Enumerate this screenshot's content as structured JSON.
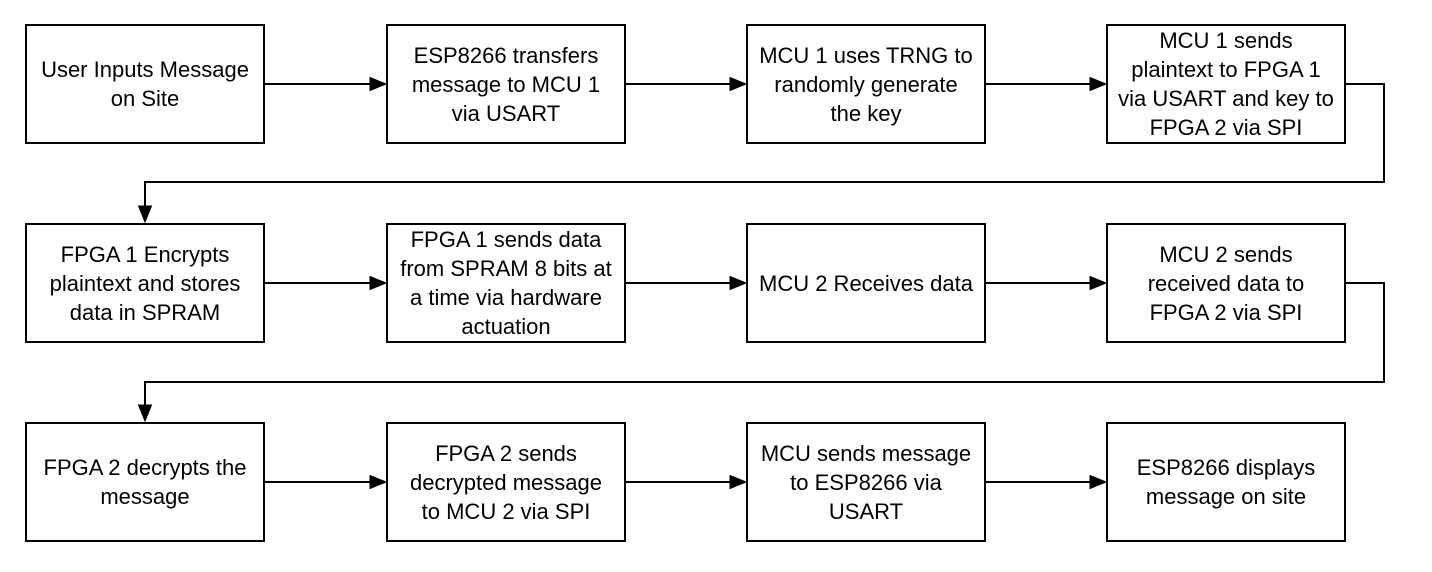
{
  "diagram": {
    "type": "flowchart",
    "background_color": "#ffffff",
    "stroke_color": "#000000",
    "text_color": "#000000",
    "boxes": [
      {
        "id": "step-1",
        "row": 1,
        "col": 1,
        "label": "User Inputs Message\non Site"
      },
      {
        "id": "step-2",
        "row": 1,
        "col": 2,
        "label": "ESP8266 transfers\nmessage to MCU 1\nvia USART"
      },
      {
        "id": "step-3",
        "row": 1,
        "col": 3,
        "label": "MCU 1 uses TRNG to\nrandomly generate\nthe key"
      },
      {
        "id": "step-4",
        "row": 1,
        "col": 4,
        "label": "MCU 1 sends\nplaintext to FPGA 1\nvia USART and key to\nFPGA 2 via SPI"
      },
      {
        "id": "step-5",
        "row": 2,
        "col": 1,
        "label": "FPGA 1 Encrypts\nplaintext and stores\ndata in SPRAM"
      },
      {
        "id": "step-6",
        "row": 2,
        "col": 2,
        "label": "FPGA 1 sends data\nfrom SPRAM 8 bits at\na time via hardware\nactuation"
      },
      {
        "id": "step-7",
        "row": 2,
        "col": 3,
        "label": "MCU 2 Receives data"
      },
      {
        "id": "step-8",
        "row": 2,
        "col": 4,
        "label": "MCU 2 sends\nreceived data to\nFPGA 2 via SPI"
      },
      {
        "id": "step-9",
        "row": 3,
        "col": 1,
        "label": "FPGA 2 decrypts the\nmessage"
      },
      {
        "id": "step-10",
        "row": 3,
        "col": 2,
        "label": "FPGA 2 sends\ndecrypted message\nto MCU 2 via SPI"
      },
      {
        "id": "step-11",
        "row": 3,
        "col": 3,
        "label": "MCU sends message\nto ESP8266 via\nUSART"
      },
      {
        "id": "step-12",
        "row": 3,
        "col": 4,
        "label": "ESP8266 displays\nmessage on site"
      }
    ],
    "connections": [
      {
        "from": "step-1",
        "to": "step-2",
        "style": "straight-right"
      },
      {
        "from": "step-2",
        "to": "step-3",
        "style": "straight-right"
      },
      {
        "from": "step-3",
        "to": "step-4",
        "style": "straight-right"
      },
      {
        "from": "step-4",
        "to": "step-5",
        "style": "wrap-around"
      },
      {
        "from": "step-5",
        "to": "step-6",
        "style": "straight-right"
      },
      {
        "from": "step-6",
        "to": "step-7",
        "style": "straight-right"
      },
      {
        "from": "step-7",
        "to": "step-8",
        "style": "straight-right"
      },
      {
        "from": "step-8",
        "to": "step-9",
        "style": "wrap-around"
      },
      {
        "from": "step-9",
        "to": "step-10",
        "style": "straight-right"
      },
      {
        "from": "step-10",
        "to": "step-11",
        "style": "straight-right"
      },
      {
        "from": "step-11",
        "to": "step-12",
        "style": "straight-right"
      }
    ]
  }
}
